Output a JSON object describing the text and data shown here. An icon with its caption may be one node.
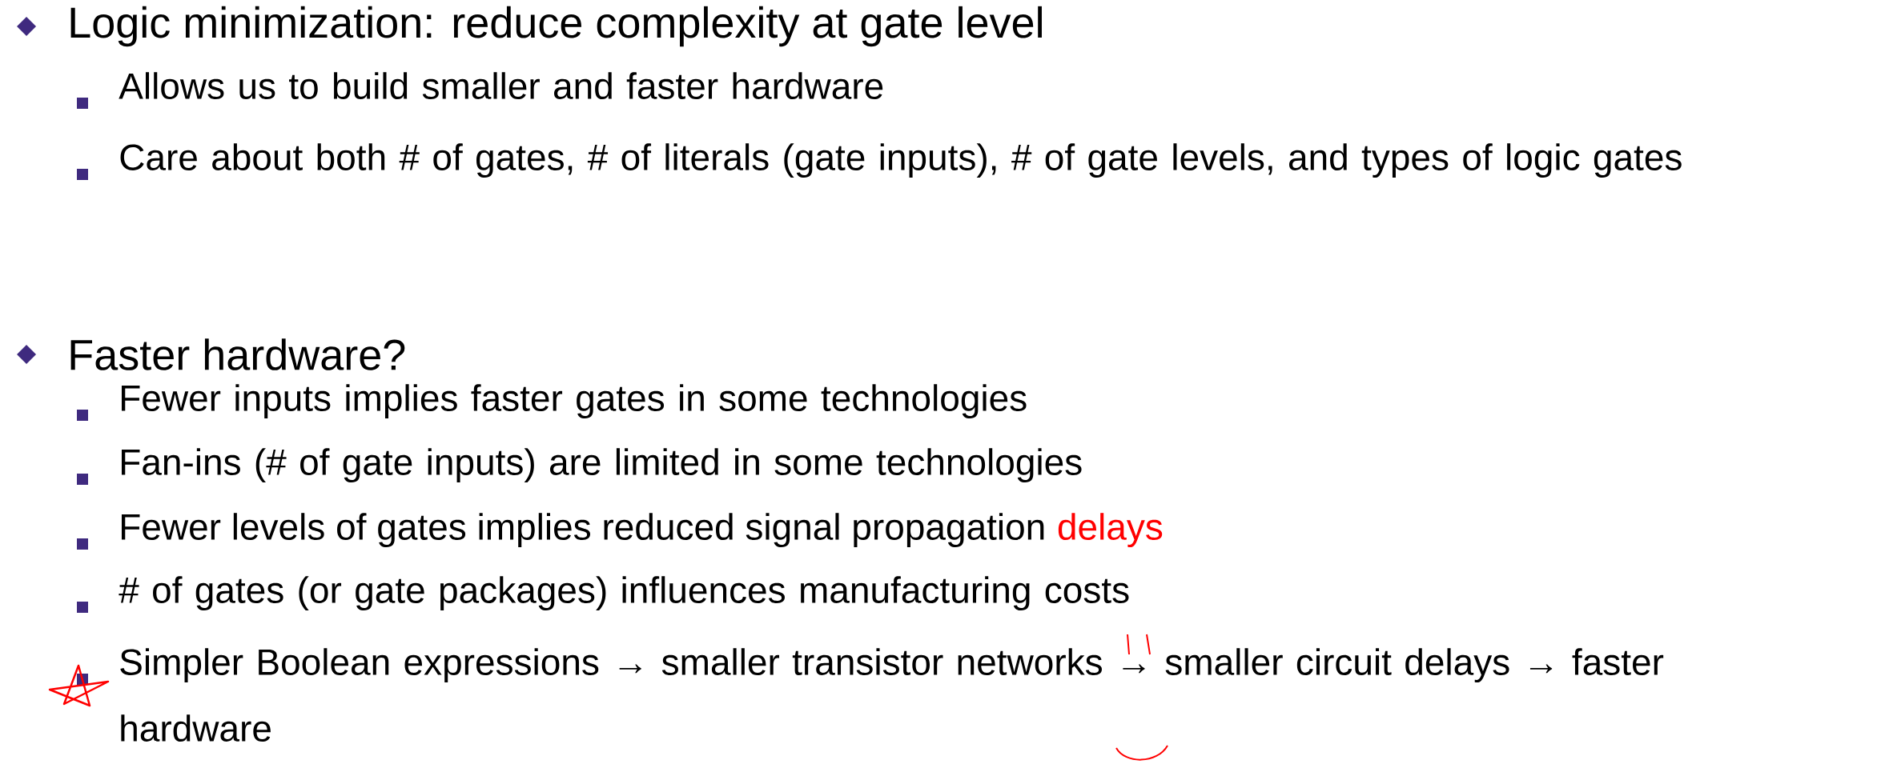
{
  "diagram": {
    "labels": [
      "Logic minimization:  reduce complexity at gate level",
      "Allows us to build smaller and faster hardware",
      "Care about both # of gates, # of literals (gate inputs), # of gate levels, and types of logic gates",
      "Faster hardware?",
      "Fewer inputs implies faster gates in some technologies",
      "Fan-ins (# of gate inputs) are limited in some technologies",
      "Fewer levels of gates implies reduced signal propagation",
      "delays",
      "# of gates (or gate packages) influences manufacturing costs",
      "Simpler Boolean expressions → smaller transistor networks → smaller circuit delays → faster hardware"
    ]
  }
}
